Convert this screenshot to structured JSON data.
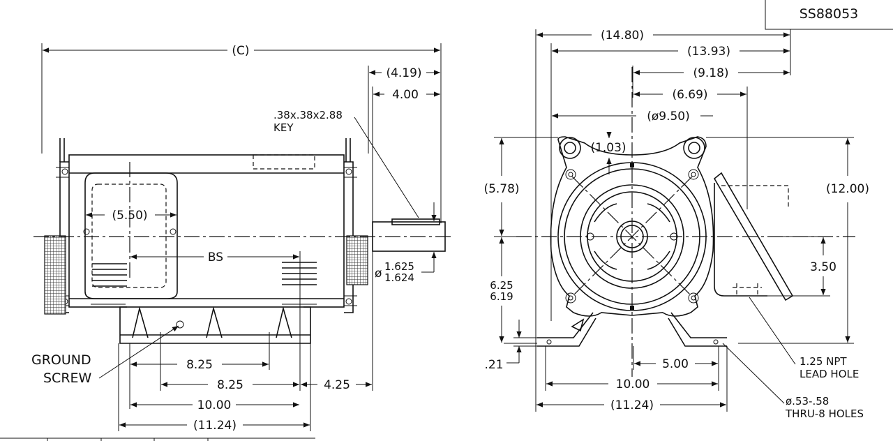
{
  "drawing_number": "SS88053",
  "side_view": {
    "overall_length": "(C)",
    "shaft_extension": "(4.19)",
    "shaft_length": "4.00",
    "key_size": ".38x.38x2.88",
    "key_label": "KEY",
    "box_width": "(5.50)",
    "bs_label": "BS",
    "shaft_dia_max": "1.625",
    "shaft_dia_min": "1.624",
    "dia_symbol": "ø",
    "ground_screw_line1": "GROUND",
    "ground_screw_line2": "SCREW",
    "foot_spacing_a": "8.25",
    "foot_spacing_b": "8.25",
    "foot_to_shaft": "4.25",
    "base_width": "10.00",
    "base_overall": "(11.24)"
  },
  "end_view": {
    "overall_width": "(14.80)",
    "width_2": "(13.93)",
    "width_3": "(9.18)",
    "width_4": "(6.69)",
    "flange_dia": "(ø9.50)",
    "eyebolt_offset": "(1.03)",
    "upper_height": "(5.78)",
    "overall_height": "(12.00)",
    "shaft_height_max": "6.25",
    "shaft_height_min": "6.19",
    "box_height": "3.50",
    "foot_thickness": ".21",
    "half_spacing": "5.00",
    "foot_width": "10.00",
    "foot_overall": "(11.24)",
    "lead_hole_line1": "1.25 NPT",
    "lead_hole_line2": "LEAD HOLE",
    "mount_holes_line1": "ø.53-.58",
    "mount_holes_line2": "THRU-8 HOLES"
  }
}
